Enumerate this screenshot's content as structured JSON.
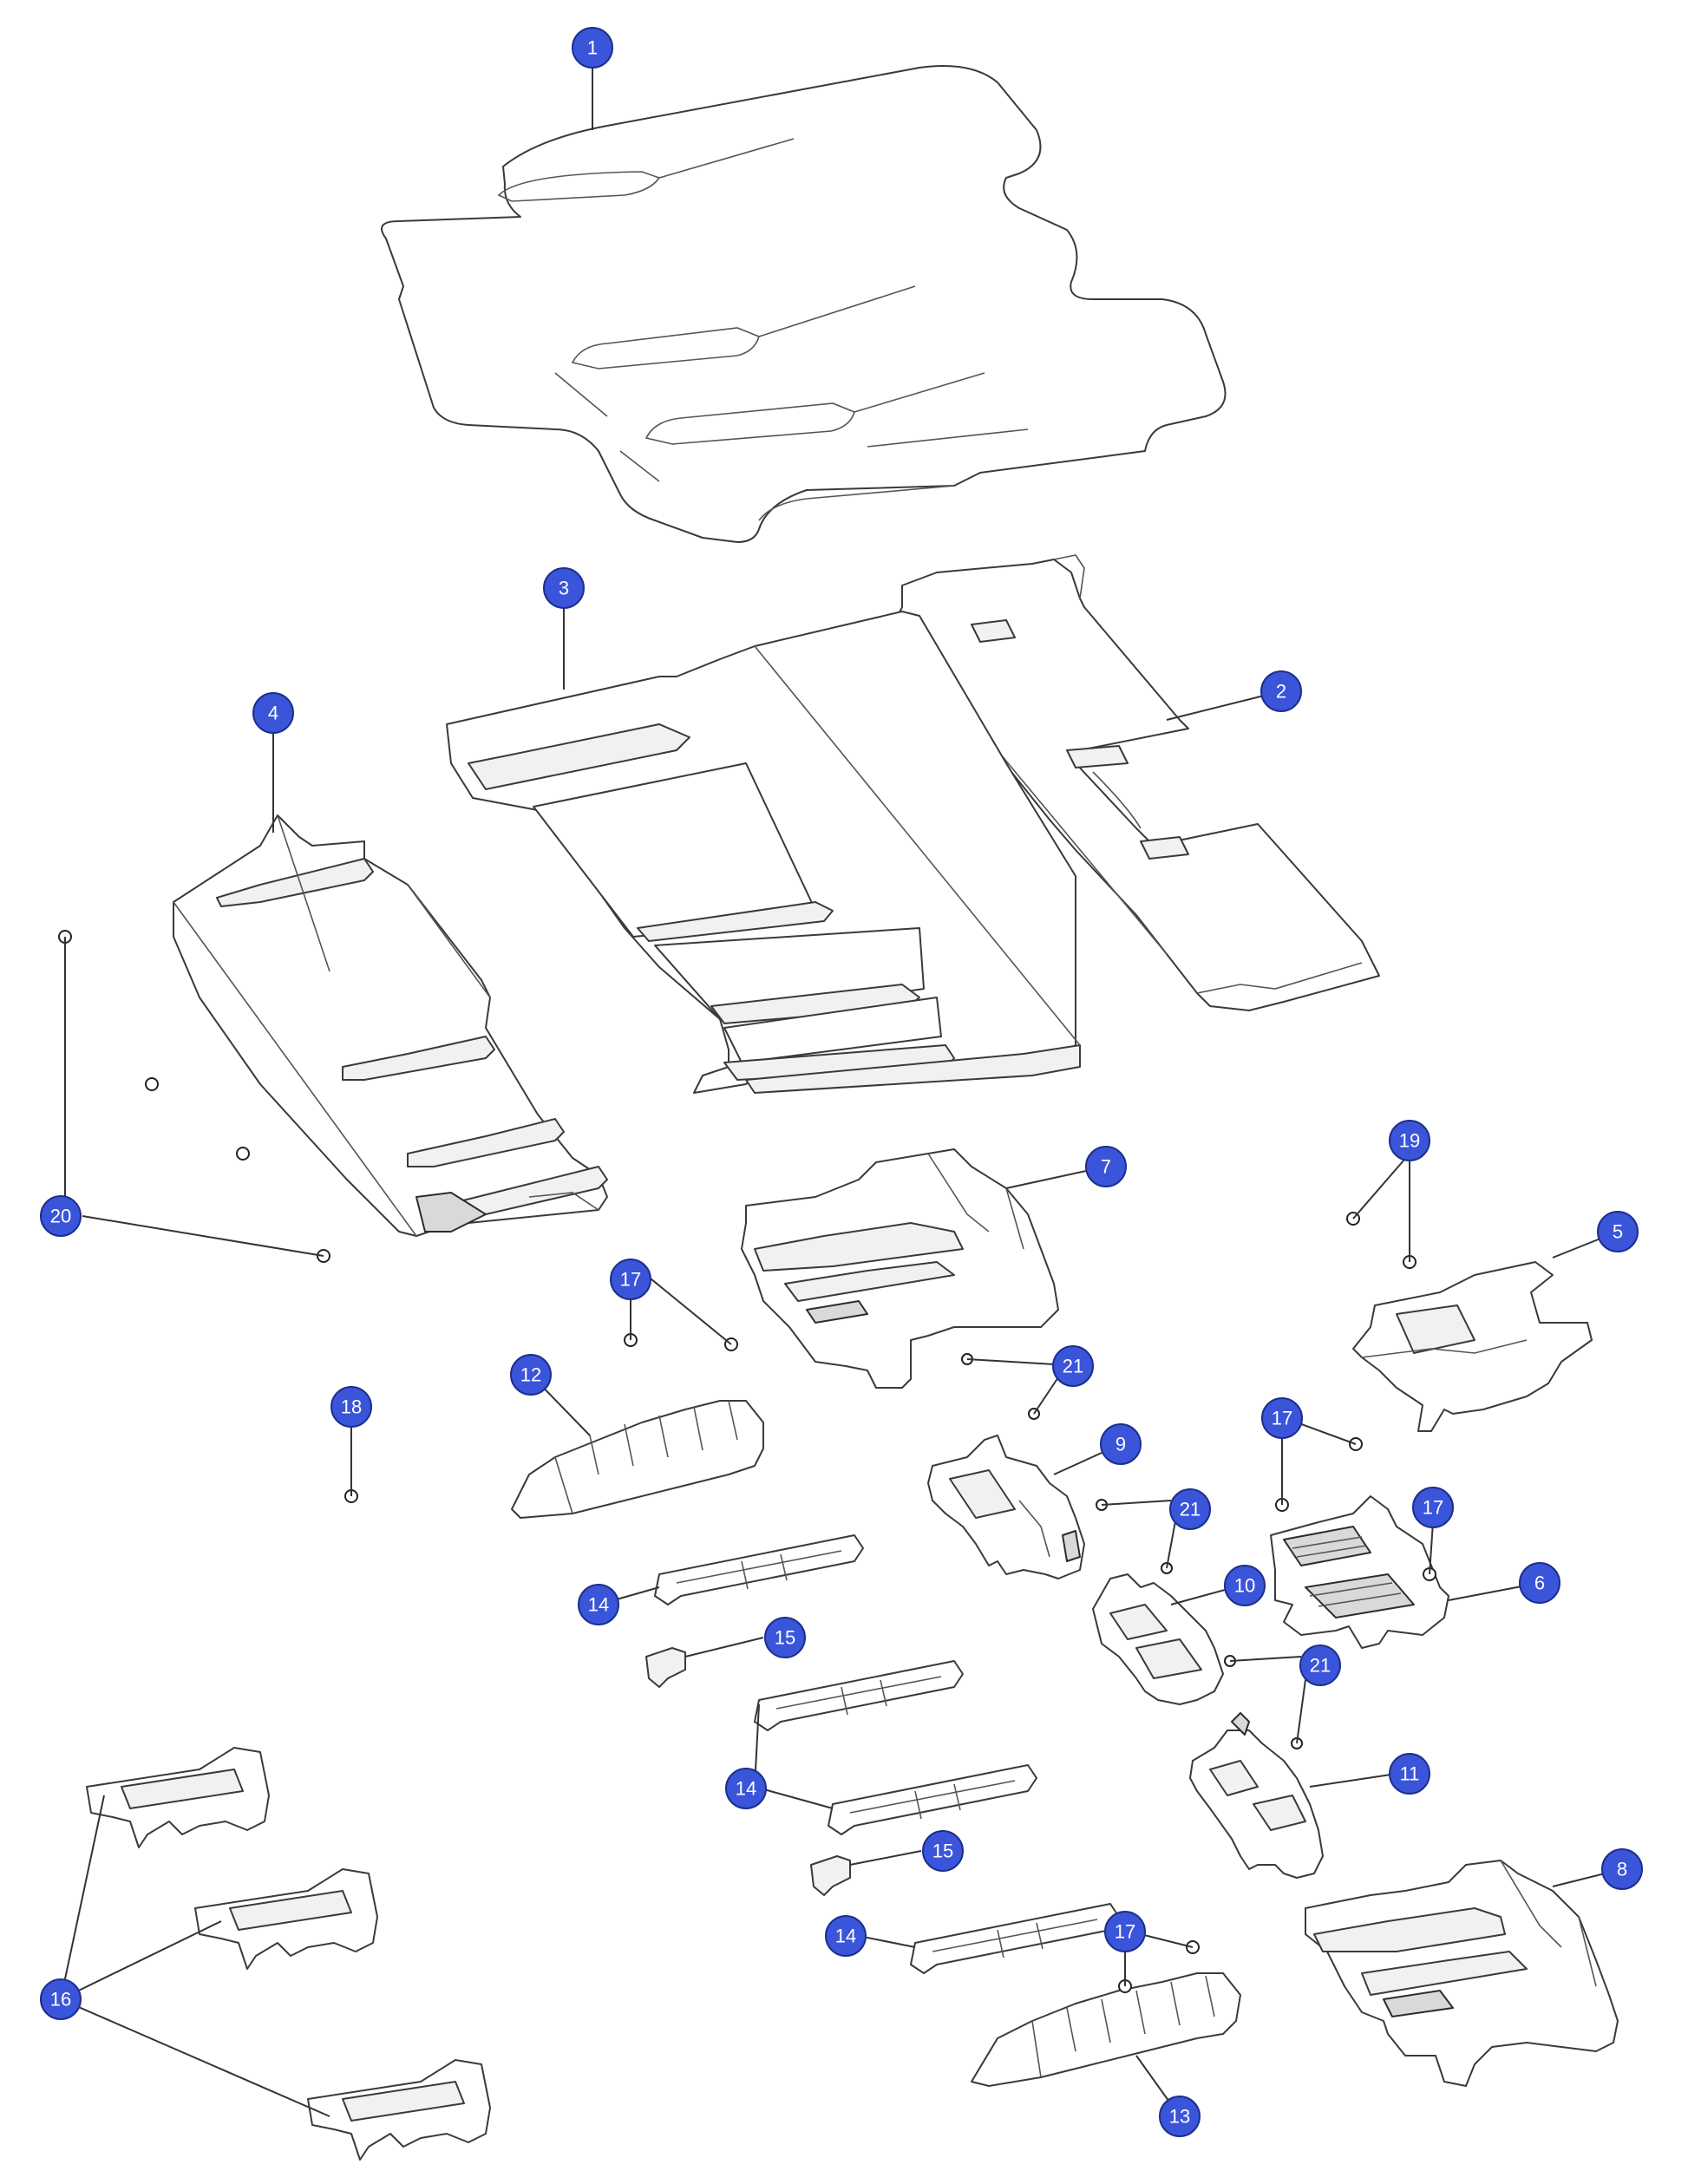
{
  "callouts": [
    {
      "id": "c1",
      "label": "1"
    },
    {
      "id": "c2",
      "label": "2"
    },
    {
      "id": "c3",
      "label": "3"
    },
    {
      "id": "c4",
      "label": "4"
    },
    {
      "id": "c5",
      "label": "5"
    },
    {
      "id": "c6",
      "label": "6"
    },
    {
      "id": "c7",
      "label": "7"
    },
    {
      "id": "c8",
      "label": "8"
    },
    {
      "id": "c9",
      "label": "9"
    },
    {
      "id": "c10",
      "label": "10"
    },
    {
      "id": "c11",
      "label": "11"
    },
    {
      "id": "c12",
      "label": "12"
    },
    {
      "id": "c13",
      "label": "13"
    },
    {
      "id": "c14a",
      "label": "14"
    },
    {
      "id": "c14b",
      "label": "14"
    },
    {
      "id": "c14c",
      "label": "14"
    },
    {
      "id": "c15a",
      "label": "15"
    },
    {
      "id": "c15b",
      "label": "15"
    },
    {
      "id": "c16",
      "label": "16"
    },
    {
      "id": "c17a",
      "label": "17"
    },
    {
      "id": "c17b",
      "label": "17"
    },
    {
      "id": "c17c",
      "label": "17"
    },
    {
      "id": "c17d",
      "label": "17"
    },
    {
      "id": "c18",
      "label": "18"
    },
    {
      "id": "c19",
      "label": "19"
    },
    {
      "id": "c20",
      "label": "20"
    },
    {
      "id": "c21a",
      "label": "21"
    },
    {
      "id": "c21b",
      "label": "21"
    },
    {
      "id": "c21c",
      "label": "21"
    }
  ],
  "colors": {
    "callout_fill": "#3a55d9",
    "line": "#333333",
    "background": "#ffffff"
  }
}
